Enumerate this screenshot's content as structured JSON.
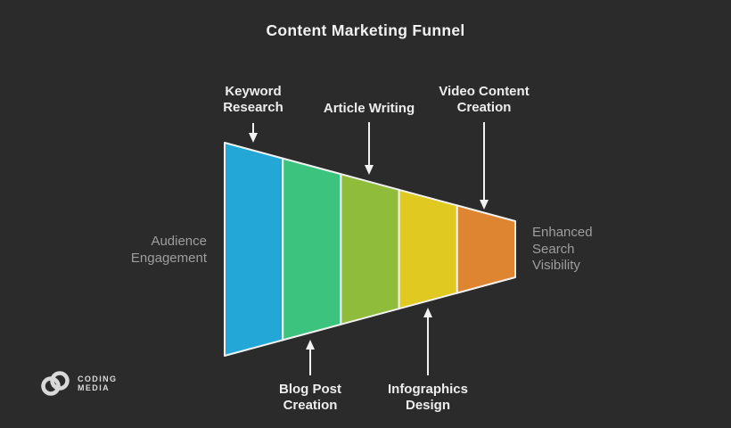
{
  "page": {
    "title": "Content Marketing Funnel"
  },
  "colors": {
    "background": "#2b2b2b",
    "title_text": "#f2f2f2",
    "stage_label_text": "#ededed",
    "side_label_text": "#9e9e9e",
    "funnel_outline": "#f2f2f2",
    "arrow": "#f2f2f2",
    "logo_text": "#d9d9d9"
  },
  "funnel": {
    "type": "horizontal-funnel",
    "direction": "wide-left-to-narrow-right",
    "input_label": "Audience Engagement",
    "output_label": "Enhanced Search Visibility",
    "stages": [
      {
        "label": "Keyword Research",
        "color": "#22a7d7",
        "callout": "top"
      },
      {
        "label": "Blog Post Creation",
        "color": "#3cc47e",
        "callout": "bottom"
      },
      {
        "label": "Article Writing",
        "color": "#90bc3c",
        "callout": "top"
      },
      {
        "label": "Infographics Design",
        "color": "#e0c920",
        "callout": "bottom"
      },
      {
        "label": "Video Content Creation",
        "color": "#de8531",
        "callout": "top"
      }
    ]
  },
  "logo": {
    "line1": "CODING",
    "line2": "MEDIA"
  }
}
